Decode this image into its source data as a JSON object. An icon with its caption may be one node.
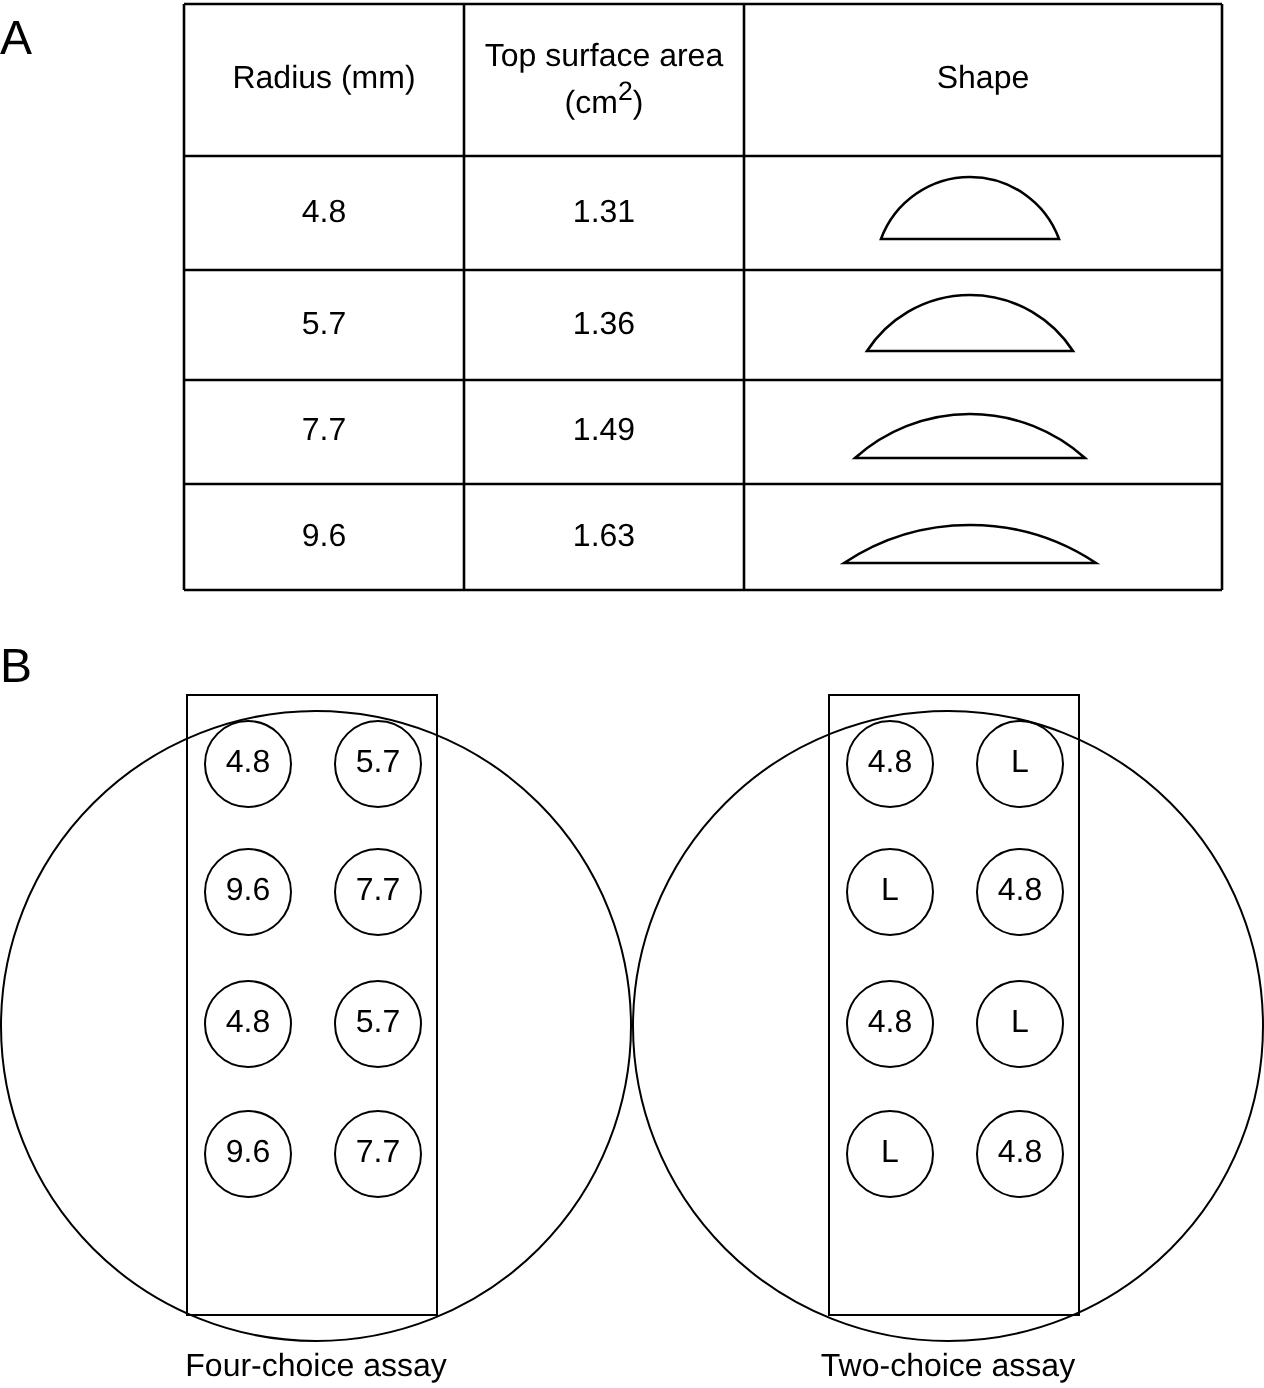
{
  "diagram": {
    "nodes": [
      {
        "text": [],
        "shape": "circle",
        "beside": [
          "Four-choice assay"
        ]
      },
      {
        "text": [],
        "shape": "box",
        "in": 0
      },
      {
        "text": [
          "4.8"
        ],
        "in": 1
      },
      {
        "text": [
          "5.7"
        ],
        "in": 1
      },
      {
        "text": [
          "9.6"
        ],
        "in": 1
      },
      {
        "text": [
          "7.7"
        ],
        "in": 1
      },
      {
        "text": [
          "4.8"
        ],
        "in": 1
      },
      {
        "text": [
          "5.7"
        ],
        "in": 1
      },
      {
        "text": [
          "9.6"
        ],
        "in": 1
      },
      {
        "text": [
          "7.7"
        ],
        "in": 1
      },
      {
        "text": [],
        "shape": "circle",
        "beside": [
          "Two-choice assay"
        ]
      },
      {
        "text": [],
        "shape": "box",
        "in": 10
      },
      {
        "text": [
          "4.8"
        ],
        "in": 11
      },
      {
        "text": [
          "L"
        ],
        "in": 11
      },
      {
        "text": [
          "L"
        ],
        "in": 11
      },
      {
        "text": [
          "4.8"
        ],
        "in": 11
      },
      {
        "text": [
          "4.8"
        ],
        "in": 11
      },
      {
        "text": [
          "L"
        ],
        "in": 11
      },
      {
        "text": [
          "L"
        ],
        "in": 11
      },
      {
        "text": [
          "4.8"
        ],
        "in": 11
      }
    ],
    "labels": [
      "A",
      "Radius (mm)",
      "Top surface area (cm$^{2}$)",
      "Shape",
      "4.8",
      "1.31",
      "5.7",
      "1.36",
      "7.7",
      "1.49",
      "9.6",
      "1.63",
      "B"
    ]
  }
}
